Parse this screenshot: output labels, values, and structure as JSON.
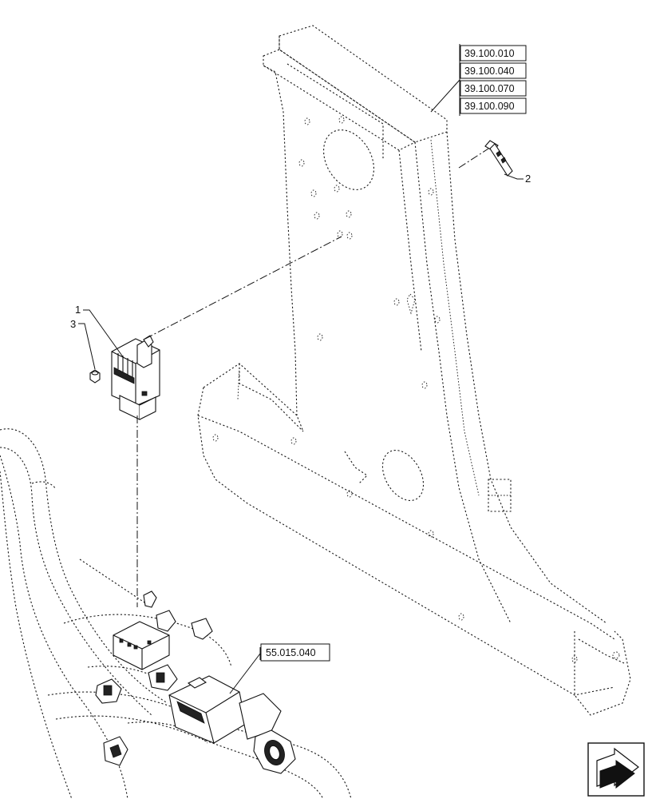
{
  "references": {
    "frame_refs": [
      "39.100.010",
      "39.100.040",
      "39.100.070",
      "39.100.090"
    ],
    "harness_ref": "55.015.040"
  },
  "callouts": {
    "item_1": "1",
    "item_2": "2",
    "item_3": "3"
  },
  "nav_icon": "next-page-arrow-icon"
}
